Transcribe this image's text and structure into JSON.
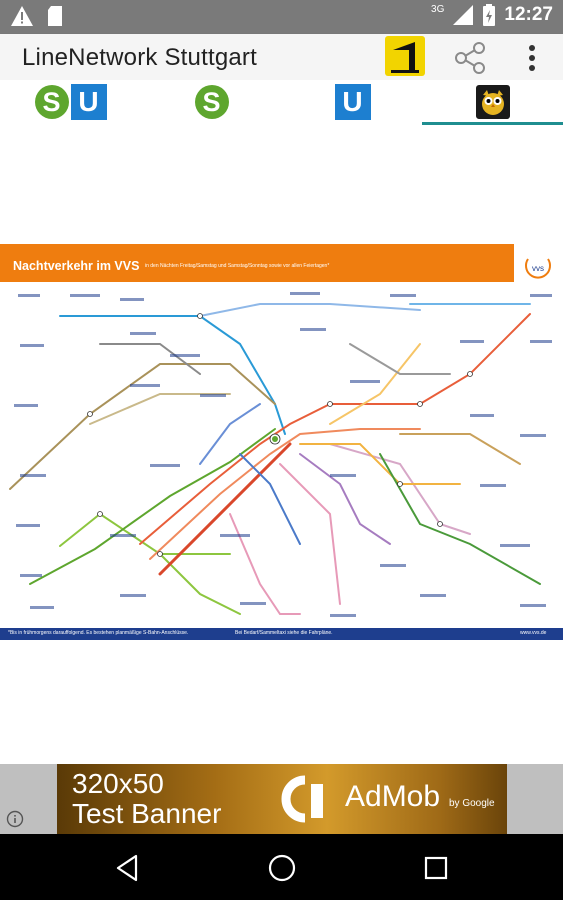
{
  "status_bar": {
    "time": "12:27",
    "network": "3G",
    "icons": [
      "warning-icon",
      "sd-card-icon",
      "signal-icon",
      "battery-icon"
    ]
  },
  "app_bar": {
    "title": "LineNetwork Stuttgart",
    "icons": [
      "app-logo-icon",
      "share-icon",
      "overflow-menu-icon"
    ]
  },
  "tabs": [
    {
      "labels": [
        "S",
        "U"
      ],
      "name": "tab-s-u"
    },
    {
      "labels": [
        "S"
      ],
      "name": "tab-s"
    },
    {
      "labels": [
        "U"
      ],
      "name": "tab-u"
    },
    {
      "labels": [
        "owl-icon"
      ],
      "name": "tab-night",
      "selected": true
    }
  ],
  "map": {
    "header_title": "Nachtverkehr im VVS",
    "header_subtitle": "in den Nächten Freitag/Samstag und Samstag/Sonntag sowie vor allen Feiertagen*",
    "logo_text": "vvs",
    "footer_left": "*Bis in frühmorgens darauffolgend. Es bestehen planmäßige S-Bahn-Anschlüsse.",
    "footer_mid": "Bei Bedarf/Sammeltaxi siehe die Fahrpläne.",
    "footer_right": "www.vvs.de"
  },
  "ad": {
    "size": "320x50",
    "text": "Test Banner",
    "brand": "AdMob",
    "by": "by Google"
  },
  "colors": {
    "status_bar": "#7a7a7a",
    "app_bar": "#f5f5f5",
    "s_bahn": "#5ea62e",
    "u_bahn": "#1d7fd0",
    "tab_indicator": "#1f8e90",
    "map_header": "#ef7d0f",
    "map_footer": "#1e3e8e"
  }
}
